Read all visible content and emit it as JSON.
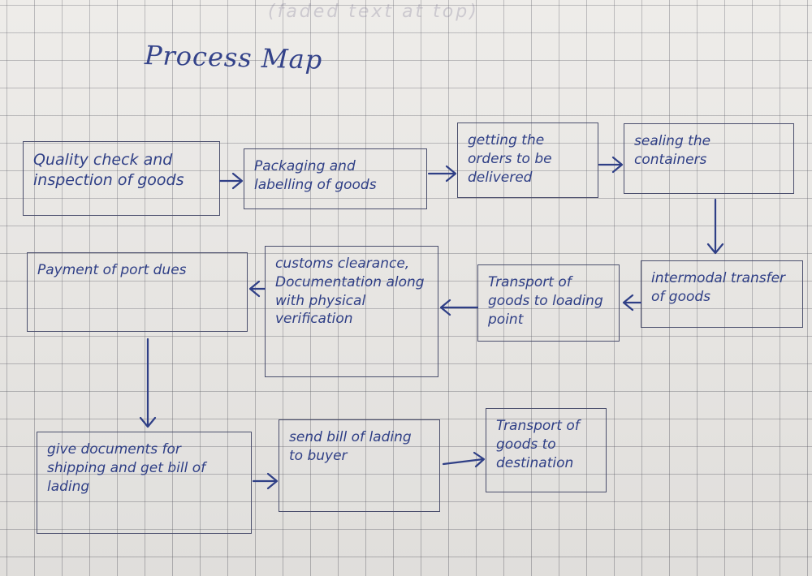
{
  "header": {
    "faded_text": "(faded text at top)"
  },
  "title": "Process Map",
  "nodes": [
    {
      "label": "Quality check and inspection of goods"
    },
    {
      "label": "Packaging and labelling of goods"
    },
    {
      "label": "getting the orders to be delivered"
    },
    {
      "label": "sealing the containers"
    },
    {
      "label": "Payment of port dues"
    },
    {
      "label": "customs clearance, Documentation along with physical verification"
    },
    {
      "label": "Transport of goods to loading point"
    },
    {
      "label": "intermodal transfer of goods"
    },
    {
      "label": "give documents for shipping and get bill of lading"
    },
    {
      "label": "send bill of lading to buyer"
    },
    {
      "label": "Transport of goods to destination"
    }
  ],
  "style": {
    "ink_color": "#2f3f86",
    "grid_color": "#5a5a64",
    "paper_color": "#eceae7"
  }
}
